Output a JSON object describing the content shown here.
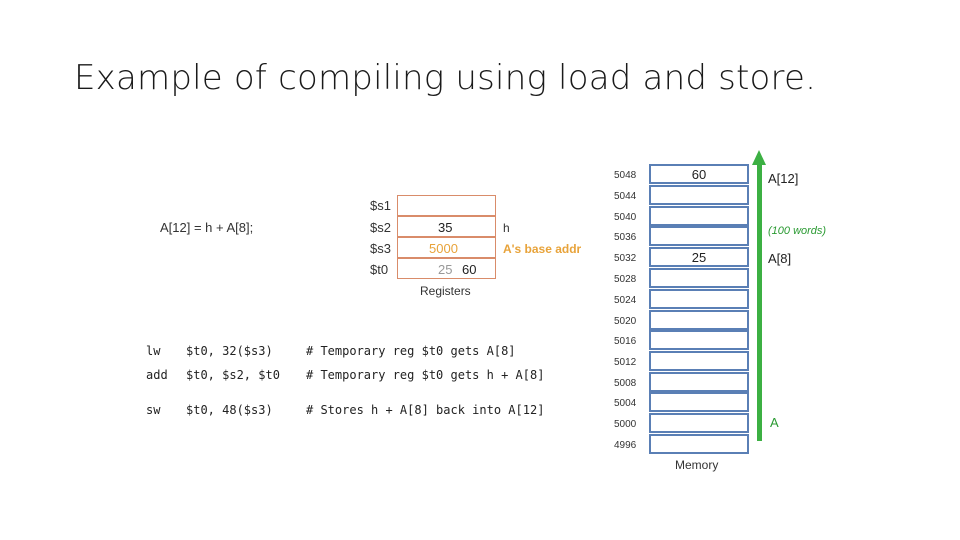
{
  "slide": {
    "title": "Example of compiling using load and store."
  },
  "expression": "A[12] = h + A[8];",
  "registers": {
    "caption": "Registers",
    "rows": [
      {
        "name": "$s1",
        "value": "",
        "side": ""
      },
      {
        "name": "$s2",
        "value": "35",
        "side": "h"
      },
      {
        "name": "$s3",
        "value": "5000",
        "side": "A's base addr"
      },
      {
        "name": "$t0",
        "old_value": "25",
        "value": "60",
        "side": ""
      }
    ]
  },
  "code": [
    {
      "op": "lw",
      "args": "$t0, 32($s3)",
      "comment": "# Temporary reg $t0 gets A[8]"
    },
    {
      "op": "add",
      "args": "$t0, $s2, $t0",
      "comment": "# Temporary reg $t0 gets h + A[8]"
    },
    {
      "op": "sw",
      "args": "$t0, 48($s3)",
      "comment": "# Stores h + A[8] back into A[12]"
    }
  ],
  "memory": {
    "caption": "Memory",
    "cells": [
      {
        "addr": "5048",
        "value": "60"
      },
      {
        "addr": "5044",
        "value": ""
      },
      {
        "addr": "5040",
        "value": ""
      },
      {
        "addr": "5036",
        "value": ""
      },
      {
        "addr": "5032",
        "value": "25"
      },
      {
        "addr": "5028",
        "value": ""
      },
      {
        "addr": "5024",
        "value": ""
      },
      {
        "addr": "5020",
        "value": ""
      },
      {
        "addr": "5016",
        "value": ""
      },
      {
        "addr": "5012",
        "value": ""
      },
      {
        "addr": "5008",
        "value": ""
      },
      {
        "addr": "5004",
        "value": ""
      },
      {
        "addr": "5000",
        "value": ""
      },
      {
        "addr": "4996",
        "value": ""
      }
    ]
  },
  "array_labels": {
    "a12": "A[12]",
    "words": "(100 words)",
    "a8": "A[8]",
    "a": "A"
  },
  "colors": {
    "register_border": "#d98c6a",
    "highlight": "#e8a33a",
    "memory_border": "#5a7fb5",
    "arrow": "#3cb043"
  }
}
